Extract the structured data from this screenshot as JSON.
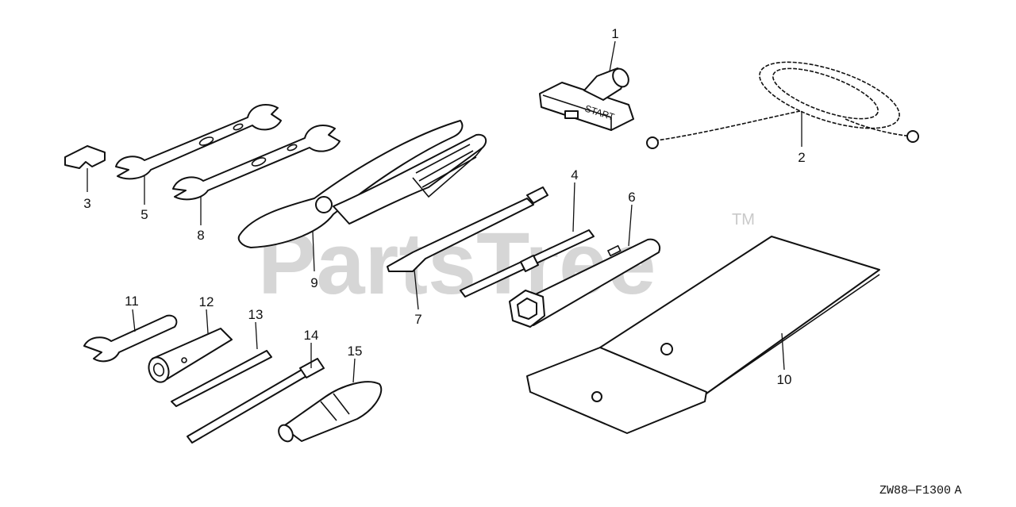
{
  "watermark": {
    "brand": "PartsTree",
    "trademark": "TM"
  },
  "diagram_code": "ZW88—F1300 A",
  "callouts": [
    {
      "id": "1",
      "part": "starter-grip"
    },
    {
      "id": "2",
      "part": "starter-rope"
    },
    {
      "id": "3",
      "part": "small-clip"
    },
    {
      "id": "4",
      "part": "screwdriver-shaft"
    },
    {
      "id": "5",
      "part": "open-end-wrench-a"
    },
    {
      "id": "6",
      "part": "spark-plug-wrench"
    },
    {
      "id": "7",
      "part": "screwdriver-blade"
    },
    {
      "id": "8",
      "part": "open-end-wrench-b"
    },
    {
      "id": "9",
      "part": "pliers"
    },
    {
      "id": "10",
      "part": "tool-bag"
    },
    {
      "id": "11",
      "part": "small-wrench"
    },
    {
      "id": "12",
      "part": "box-wrench"
    },
    {
      "id": "13",
      "part": "driver-bit-a"
    },
    {
      "id": "14",
      "part": "driver-bit-b"
    },
    {
      "id": "15",
      "part": "driver-handle"
    }
  ],
  "parts_text": {
    "starter_grip_label": "START"
  }
}
